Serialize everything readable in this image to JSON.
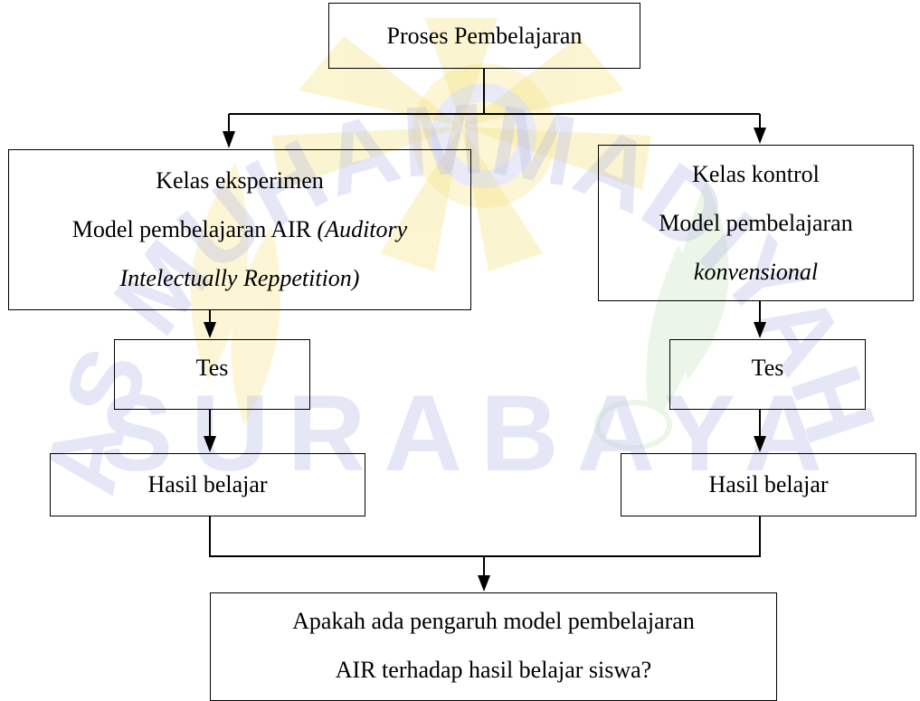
{
  "watermark": {
    "text": "UNIVERSITAS MUHAMMADIYAH SURABAYA",
    "lower_text": "SURABAYA",
    "colors": {
      "yellow": "#f6e27a",
      "blue": "#b9bde8",
      "green": "#bfe3b6"
    }
  },
  "top": {
    "label": "Proses Pembelajaran"
  },
  "left": {
    "title": "Kelas eksperimen",
    "line2_plain": "Model pembelajaran AIR ",
    "line2_italic": "(Auditory",
    "line3_italic": "Intelectually Reppetition)",
    "test": "Tes",
    "result": "Hasil belajar"
  },
  "right": {
    "title": "Kelas kontrol",
    "line2": "Model pembelajaran",
    "line3_italic": "konvensional",
    "test": "Tes",
    "result": "Hasil belajar"
  },
  "question": {
    "line1": "Apakah ada pengaruh model pembelajaran",
    "line2": "AIR terhadap hasil belajar siswa?"
  }
}
